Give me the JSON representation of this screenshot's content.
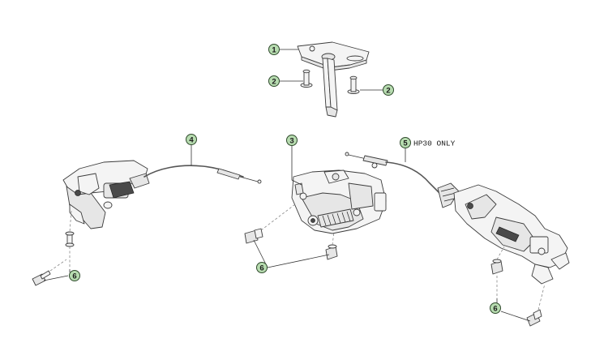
{
  "callouts": [
    {
      "id": "c1",
      "label": "1"
    },
    {
      "id": "c2a",
      "label": "2"
    },
    {
      "id": "c2b",
      "label": "2"
    },
    {
      "id": "c3",
      "label": "3"
    },
    {
      "id": "c4",
      "label": "4"
    },
    {
      "id": "c5",
      "label": "5"
    },
    {
      "id": "c6a",
      "label": "6"
    },
    {
      "id": "c6b",
      "label": "6"
    },
    {
      "id": "c6c",
      "label": "6"
    }
  ],
  "notes": {
    "part5_note": "HP30 ONLY"
  },
  "colors": {
    "callout_fill": "#b7dcb0",
    "line": "#3c3c3c"
  }
}
